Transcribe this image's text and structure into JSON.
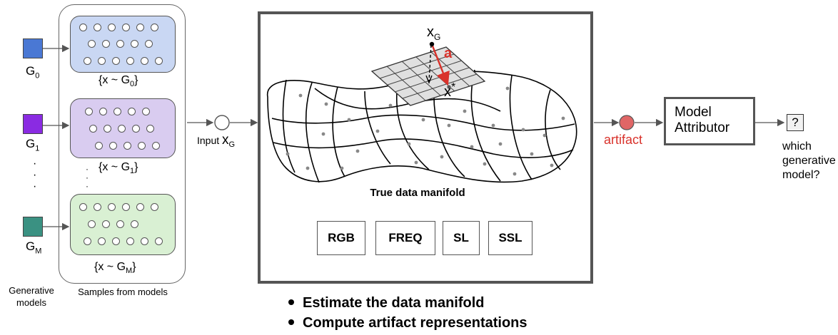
{
  "generators": [
    {
      "label": "G",
      "sub": "0",
      "color": "#4a78d4"
    },
    {
      "label": "G",
      "sub": "1",
      "color": "#8a2be2"
    },
    {
      "label": "G",
      "sub": "M",
      "color": "#3a9182"
    }
  ],
  "samples": [
    {
      "caption_pre": "{x ~ G",
      "caption_sub": "0",
      "caption_post": "}",
      "fill": "#c9d7f3"
    },
    {
      "caption_pre": "{x ~ G",
      "caption_sub": "1",
      "caption_post": "}",
      "fill": "#d9ccf0"
    },
    {
      "caption_pre": "{x ~ G",
      "caption_sub": "M",
      "caption_post": "}",
      "fill": "#d9f0d3"
    }
  ],
  "left_labels": {
    "generative_models_line1": "Generative",
    "generative_models_line2": "models",
    "samples_from_models": "Samples from models"
  },
  "input": {
    "text": "Input ",
    "x": "x",
    "sub": "G"
  },
  "manifold": {
    "title": "True data manifold",
    "xg_label": "x",
    "xg_sub": "G",
    "x_star": "x",
    "arrow_label": "a"
  },
  "features": [
    "RGB",
    "FREQ",
    "SL",
    "SSL"
  ],
  "bullets": [
    "Estimate the data manifold",
    "Compute artifact representations"
  ],
  "artifact": {
    "label": "artifact",
    "color": "#d9322b",
    "node_fill": "#e06666"
  },
  "attributor": {
    "line1": "Model",
    "line2": "Attributor"
  },
  "output": {
    "symbol": "?",
    "line1": "which",
    "line2": "generative",
    "line3": "model?"
  }
}
